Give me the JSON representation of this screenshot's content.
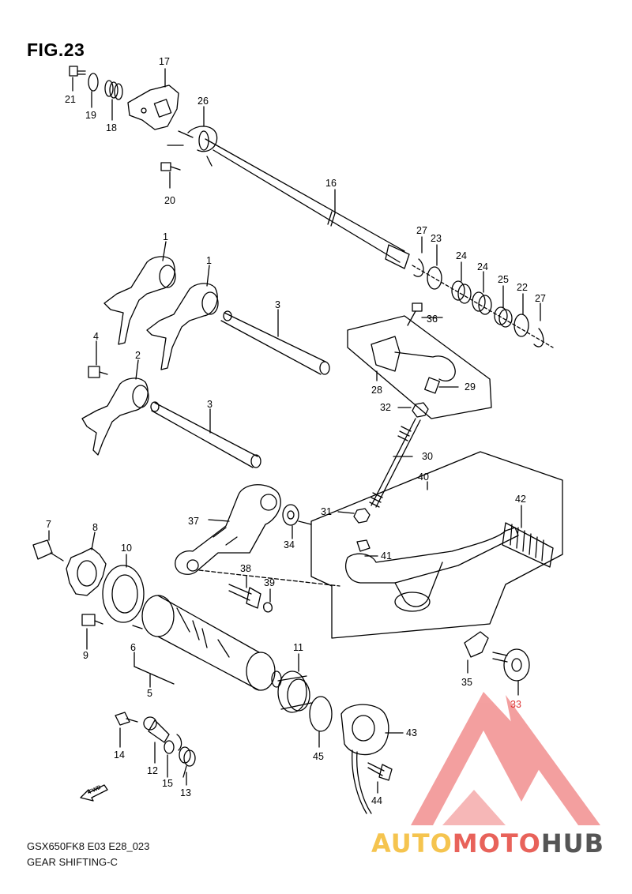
{
  "figure": {
    "title": "FIG.23",
    "model_code": "GSX650FK8 E03 E28_023",
    "section": "GEAR SHIFTING-C",
    "fwd_label": "FWD"
  },
  "watermark": {
    "part1": "AUTO",
    "part2": "MOTO",
    "part3": "HUB",
    "colors": {
      "auto": "#f5c44f",
      "moto": "#e8625a",
      "hub": "#555555",
      "logo": "#f08080"
    }
  },
  "callouts": {
    "c1a": "1",
    "c1b": "1",
    "c2": "2",
    "c3a": "3",
    "c3b": "3",
    "c4": "4",
    "c5": "5",
    "c6": "6",
    "c7": "7",
    "c8": "8",
    "c9": "9",
    "c10": "10",
    "c11": "11",
    "c12": "12",
    "c13": "13",
    "c14": "14",
    "c15": "15",
    "c16": "16",
    "c17": "17",
    "c18": "18",
    "c19": "19",
    "c20": "20",
    "c21": "21",
    "c22": "22",
    "c23": "23",
    "c24a": "24",
    "c24b": "24",
    "c25": "25",
    "c26": "26",
    "c27a": "27",
    "c27b": "27",
    "c28": "28",
    "c29": "29",
    "c30": "30",
    "c31": "31",
    "c32": "32",
    "c33": "33",
    "c34": "34",
    "c35": "35",
    "c36": "36",
    "c37": "37",
    "c38": "38",
    "c39": "39",
    "c40": "40",
    "c41": "41",
    "c42": "42",
    "c43": "43",
    "c44": "44",
    "c45": "45"
  }
}
